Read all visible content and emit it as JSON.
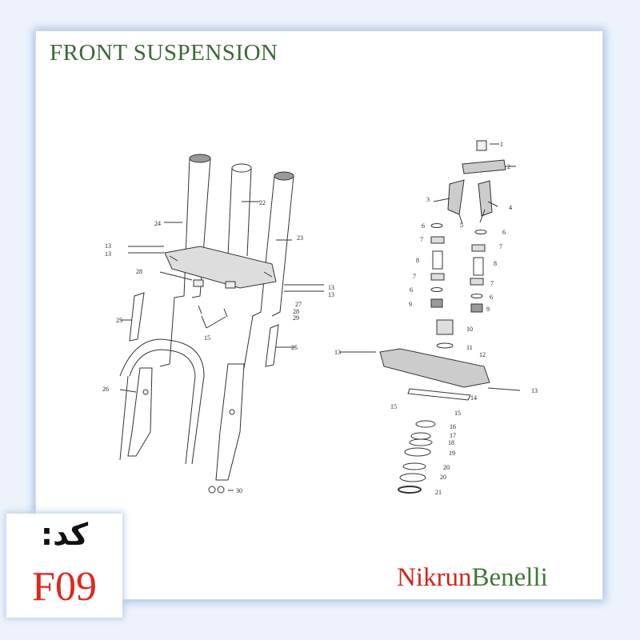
{
  "diagram": {
    "title": "FRONT SUSPENSION",
    "part_labels": [
      {
        "id": "p1",
        "text": "1"
      },
      {
        "id": "p2",
        "text": "2"
      },
      {
        "id": "p3",
        "text": "3"
      },
      {
        "id": "p4",
        "text": "4"
      },
      {
        "id": "p5",
        "text": "5"
      },
      {
        "id": "p6a",
        "text": "6"
      },
      {
        "id": "p6b",
        "text": "6"
      },
      {
        "id": "p6c",
        "text": "6"
      },
      {
        "id": "p6d",
        "text": "6"
      },
      {
        "id": "p7a",
        "text": "7"
      },
      {
        "id": "p7b",
        "text": "7"
      },
      {
        "id": "p7c",
        "text": "7"
      },
      {
        "id": "p7d",
        "text": "7"
      },
      {
        "id": "p8a",
        "text": "8"
      },
      {
        "id": "p8b",
        "text": "8"
      },
      {
        "id": "p9a",
        "text": "9"
      },
      {
        "id": "p9b",
        "text": "9"
      },
      {
        "id": "p10",
        "text": "10"
      },
      {
        "id": "p11",
        "text": "11"
      },
      {
        "id": "p12",
        "text": "12"
      },
      {
        "id": "p13a",
        "text": "13"
      },
      {
        "id": "p13b",
        "text": "13"
      },
      {
        "id": "p13c",
        "text": "13"
      },
      {
        "id": "p13d",
        "text": "13"
      },
      {
        "id": "p13e",
        "text": "13"
      },
      {
        "id": "p13f",
        "text": "13"
      },
      {
        "id": "p14",
        "text": "14"
      },
      {
        "id": "p15a",
        "text": "15"
      },
      {
        "id": "p15b",
        "text": "15"
      },
      {
        "id": "p15c",
        "text": "15"
      },
      {
        "id": "p16",
        "text": "16"
      },
      {
        "id": "p17",
        "text": "17"
      },
      {
        "id": "p18",
        "text": "18"
      },
      {
        "id": "p19",
        "text": "19"
      },
      {
        "id": "p20a",
        "text": "20"
      },
      {
        "id": "p20b",
        "text": "20"
      },
      {
        "id": "p21",
        "text": "21"
      },
      {
        "id": "p22",
        "text": "22"
      },
      {
        "id": "p23",
        "text": "23"
      },
      {
        "id": "p24",
        "text": "24"
      },
      {
        "id": "p25a",
        "text": "25"
      },
      {
        "id": "p25b",
        "text": "25"
      },
      {
        "id": "p26",
        "text": "26"
      },
      {
        "id": "p27",
        "text": "27"
      },
      {
        "id": "p28a",
        "text": "28"
      },
      {
        "id": "p28b",
        "text": "28"
      },
      {
        "id": "p29",
        "text": "29"
      },
      {
        "id": "p30",
        "text": "30"
      }
    ]
  },
  "code": {
    "label": "کد:",
    "value": "F09"
  },
  "brand": {
    "part1": "Nikrun",
    "part2": "Benelli"
  },
  "colors": {
    "title": "#3a6a34",
    "code_value": "#e2261b",
    "brand_part1": "#d42419",
    "brand_part2": "#3d7a33",
    "frame_glow": "#a9c4e6"
  }
}
